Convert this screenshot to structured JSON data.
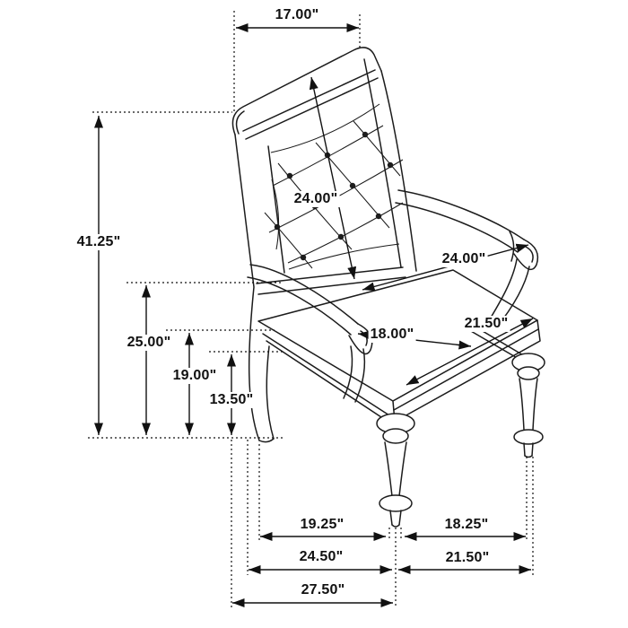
{
  "diagram": {
    "type": "furniture-dimension-diagram",
    "subject": "dining armchair with button-tufted back, curved arms and turned front legs",
    "unit": "inches",
    "colors": {
      "ink": "#1c1c1c",
      "background": "#ffffff"
    },
    "labels": {
      "top_width": "17.00\"",
      "overall_height": "41.25\"",
      "arm_height": "25.00\"",
      "seat_height": "19.00\"",
      "apron_height": "13.50\"",
      "back_height": "24.00\"",
      "overall_depth": "24.00\"",
      "seat_depth": "18.00\"",
      "seat_width": "21.50\"",
      "front_span_left": "19.25\"",
      "front_span_right": "18.25\"",
      "base_depth": "24.50\"",
      "base_width": "21.50\"",
      "overall_base_depth": "27.50\""
    }
  }
}
